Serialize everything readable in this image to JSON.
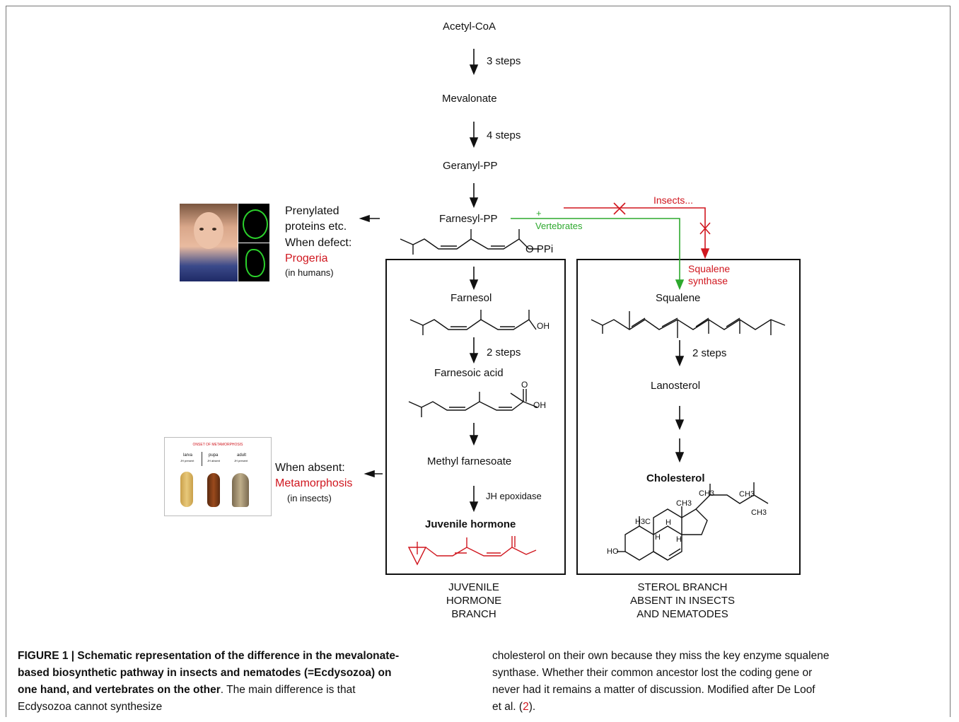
{
  "pathway": {
    "acetyl_coa": "Acetyl-CoA",
    "steps3": "3 steps",
    "mevalonate": "Mevalonate",
    "steps4": "4 steps",
    "geranyl_pp": "Geranyl-PP",
    "farnesyl_pp": "Farnesyl-PP",
    "oppi": "O PPi",
    "farnesol": "Farnesol",
    "oh1": "OH",
    "steps2_left": "2 steps",
    "farnesoic_acid": "Farnesoic acid",
    "o_acid": "O",
    "oh2": "OH",
    "methyl_farnesoate": "Methyl farnesoate",
    "jh_epoxidase": "JH epoxidase",
    "juvenile_hormone": "Juvenile hormone",
    "squalene": "Squalene",
    "steps2_right": "2 steps",
    "lanosterol": "Lanosterol",
    "cholesterol": "Cholesterol",
    "insects": "Insects...",
    "plus": "+",
    "vertebrates": "Vertebrates",
    "squalene_synthase": "Squalene synthase",
    "jh_branch": "JUVENILE HORMONE BRANCH",
    "sterol_branch": "STEROL BRANCH ABSENT IN INSECTS AND NEMATODES"
  },
  "cholesterol_atoms": {
    "ch3_a": "CH3",
    "ch3_b": "CH3",
    "ch3_c": "CH3",
    "ch3_d": "CH3",
    "h3c": "H3C",
    "h_a": "H",
    "h_b": "H",
    "h_c": "H",
    "ho": "HO"
  },
  "left_side": {
    "prenylated": "Prenylated",
    "proteins": "proteins etc.",
    "when_defect": "When defect:",
    "progeria": "Progeria",
    "in_humans": "(in humans)",
    "when_absent": "When absent:",
    "metamorphosis": "Metamorphosis",
    "in_insects": "(in insects)"
  },
  "insect_panel": {
    "title": "ONSET OF METAMORPHOSIS",
    "larva": "larva",
    "larva_sub": "JH present",
    "pupa": "pupa",
    "pupa_sub": "JH absent",
    "adult": "adult",
    "adult_sub": "JH present"
  },
  "caption": {
    "bold": "FIGURE 1 | Schematic representation of the difference in the mevalonate-based biosynthetic pathway in insects and nematodes (=Ecdysozoa) on one hand, and vertebrates on the other",
    "rest_left": ". The main difference is that Ecdysozoa cannot synthesize",
    "right_1": "cholesterol on their own because they miss the key enzyme squalene",
    "right_2": "synthase. Whether their common ancestor lost the coding gene or",
    "right_3": "never had it remains a matter of discussion. Modified after De Loof",
    "right_4a": "et al. (",
    "ref": "2",
    "right_4b": ")."
  },
  "colors": {
    "red": "#d0171f",
    "green": "#2da82d",
    "ref_link": "#d0171f"
  }
}
